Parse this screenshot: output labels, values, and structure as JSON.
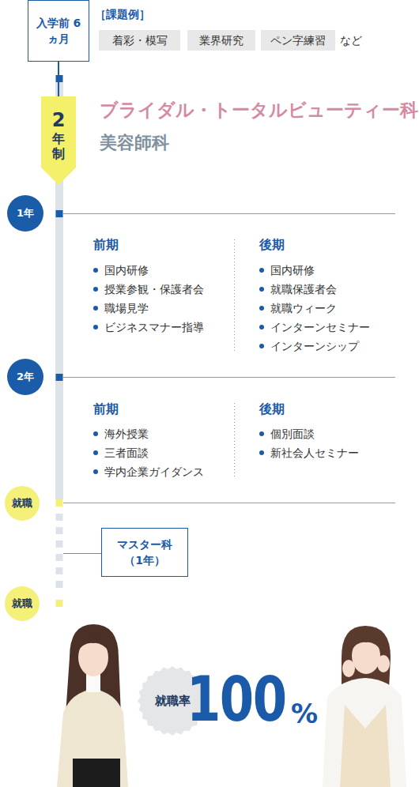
{
  "diagram": {
    "nodes": [
      {
        "text": [
          "入学前 6ヵ月"
        ]
      },
      {
        "text": [
          "着彩・模写"
        ]
      },
      {
        "text": [
          "業界研究"
        ]
      },
      {
        "text": [
          "ペン字練習"
        ]
      },
      {
        "text": [
          "2",
          "年制"
        ]
      },
      {
        "text": [
          "1年"
        ]
      },
      {
        "text": [
          "2年"
        ]
      },
      {
        "text": [
          "就職"
        ]
      },
      {
        "text": [
          "マスター科 （1年）"
        ]
      },
      {
        "text": [
          "就職"
        ]
      },
      {
        "text": [
          "就職率"
        ]
      }
    ],
    "edges": [
      {
        "from": 0,
        "to": 4,
        "arrow": "none"
      }
    ],
    "labels": [
      "［課題例］",
      "など",
      "ブライダル・トータルビューティー科",
      "美容師科",
      "前期",
      "国内研修",
      "授業参観・保護者会",
      "職場見学",
      "ビジネスマナー指導",
      "後期",
      "国内研修",
      "就職保護者会",
      "就職ウィーク",
      "インターンセミナー",
      "インターンシップ",
      "前期",
      "海外授業",
      "三者面談",
      "学内企業ガイダンス",
      "後期",
      "個別面談",
      "新社会人セミナー",
      "100",
      "%"
    ]
  }
}
